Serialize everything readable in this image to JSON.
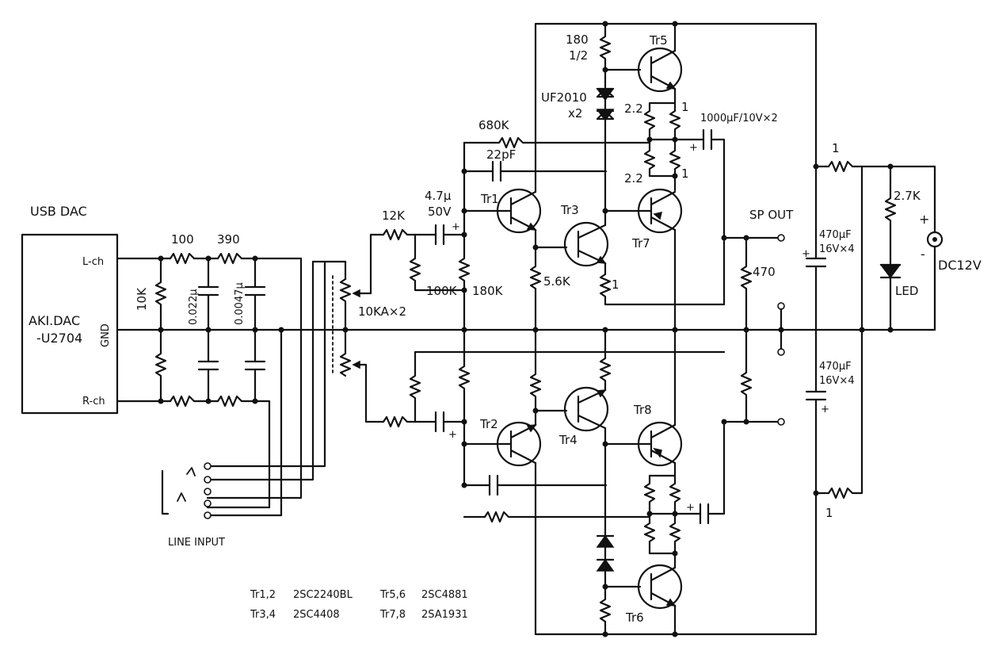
{
  "blocks": {
    "usbdac_title": "USB DAC",
    "module_name_line1": "AKI.DAC",
    "module_name_line2": "-U2704",
    "pin_lch": "L-ch",
    "pin_gnd": "GND",
    "pin_rch": "R-ch"
  },
  "input_filter": {
    "r_series_1": "100",
    "r_series_2": "390",
    "r_shunt": "10K",
    "c_1": "0.022μ",
    "c_2": "0.0047μ"
  },
  "line_input": {
    "label": "LINE INPUT"
  },
  "volume": {
    "label": "10KA×2"
  },
  "amp": {
    "r_in": "12K",
    "c_in_line1": "4.7μ",
    "c_in_line2": "50V",
    "r_bias1": "100K",
    "r_bias2": "180K",
    "r_fb": "680K",
    "c_fb": "22pF",
    "r_emitter": "5.6K",
    "r_tr3": "1",
    "r_top_line1": "180",
    "r_top_line2": "1/2",
    "diode_line1": "UF2010",
    "diode_line2": "x2",
    "r_22_a": "2.2",
    "r_22_b": "2.2",
    "r_1_a": "1",
    "r_1_b": "1",
    "c_boot": "1000μF/10V×2",
    "sp_out": "SP OUT",
    "r_out": "470"
  },
  "transistors": {
    "tr1": "Tr1",
    "tr2": "Tr2",
    "tr3": "Tr3",
    "tr4": "Tr4",
    "tr5": "Tr5",
    "tr6": "Tr6",
    "tr7": "Tr7",
    "tr8": "Tr8"
  },
  "power": {
    "cap_top_line1": "470μF",
    "cap_top_line2": "16V×4",
    "cap_bot_line1": "470μF",
    "cap_bot_line2": "16V×4",
    "r_top": "1",
    "r_bot": "1",
    "r_led": "2.7K",
    "led": "LED",
    "supply": "DC12V",
    "plus": "+",
    "minus": "-"
  },
  "parts_list": [
    {
      "label": "Tr1,2",
      "part": "2SC2240BL"
    },
    {
      "label": "Tr3,4",
      "part": "2SC4408"
    },
    {
      "label": "Tr5,6",
      "part": "2SC4881"
    },
    {
      "label": "Tr7,8",
      "part": "2SA1931"
    }
  ]
}
